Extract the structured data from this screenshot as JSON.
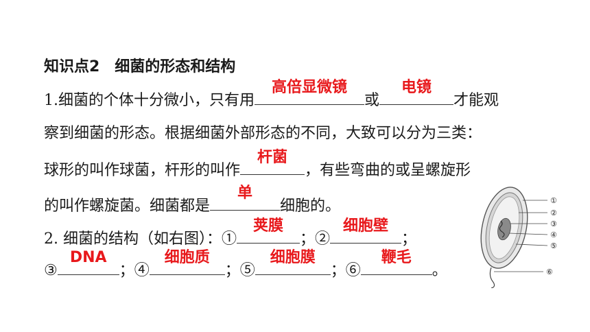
{
  "heading": "知识点2　细菌的形态和结构",
  "q1": {
    "l1a": "1.细菌的个体十分微小，只有用",
    "l1b": "或",
    "l1c": "才能观",
    "l2": "察到细菌的形态。根据细菌外部形态的不同，大致可以分为三类：",
    "l3a": "球形的叫作球菌，杆形的叫作",
    "l3b": "，有些弯曲的或呈螺旋形",
    "l4a": "的叫作螺旋菌。细菌都是",
    "l4b": "细胞的。",
    "answers": [
      "高倍显微镜",
      "电镜",
      "杆菌",
      "单"
    ]
  },
  "q2": {
    "l1a": "2. 细菌的结构（如右图）：①",
    "sep2": "；②",
    "end1": "；",
    "p3": "③",
    "sep4": "；④",
    "sep5": "；⑤",
    "sep6": "；⑥",
    "end2": "。",
    "answers": [
      "荚膜",
      "细胞壁",
      "DNA",
      "细胞质",
      "细胞膜",
      "鞭毛"
    ]
  },
  "diagram": {
    "labels": [
      "①",
      "②",
      "③",
      "④",
      "⑤",
      "⑥"
    ]
  }
}
